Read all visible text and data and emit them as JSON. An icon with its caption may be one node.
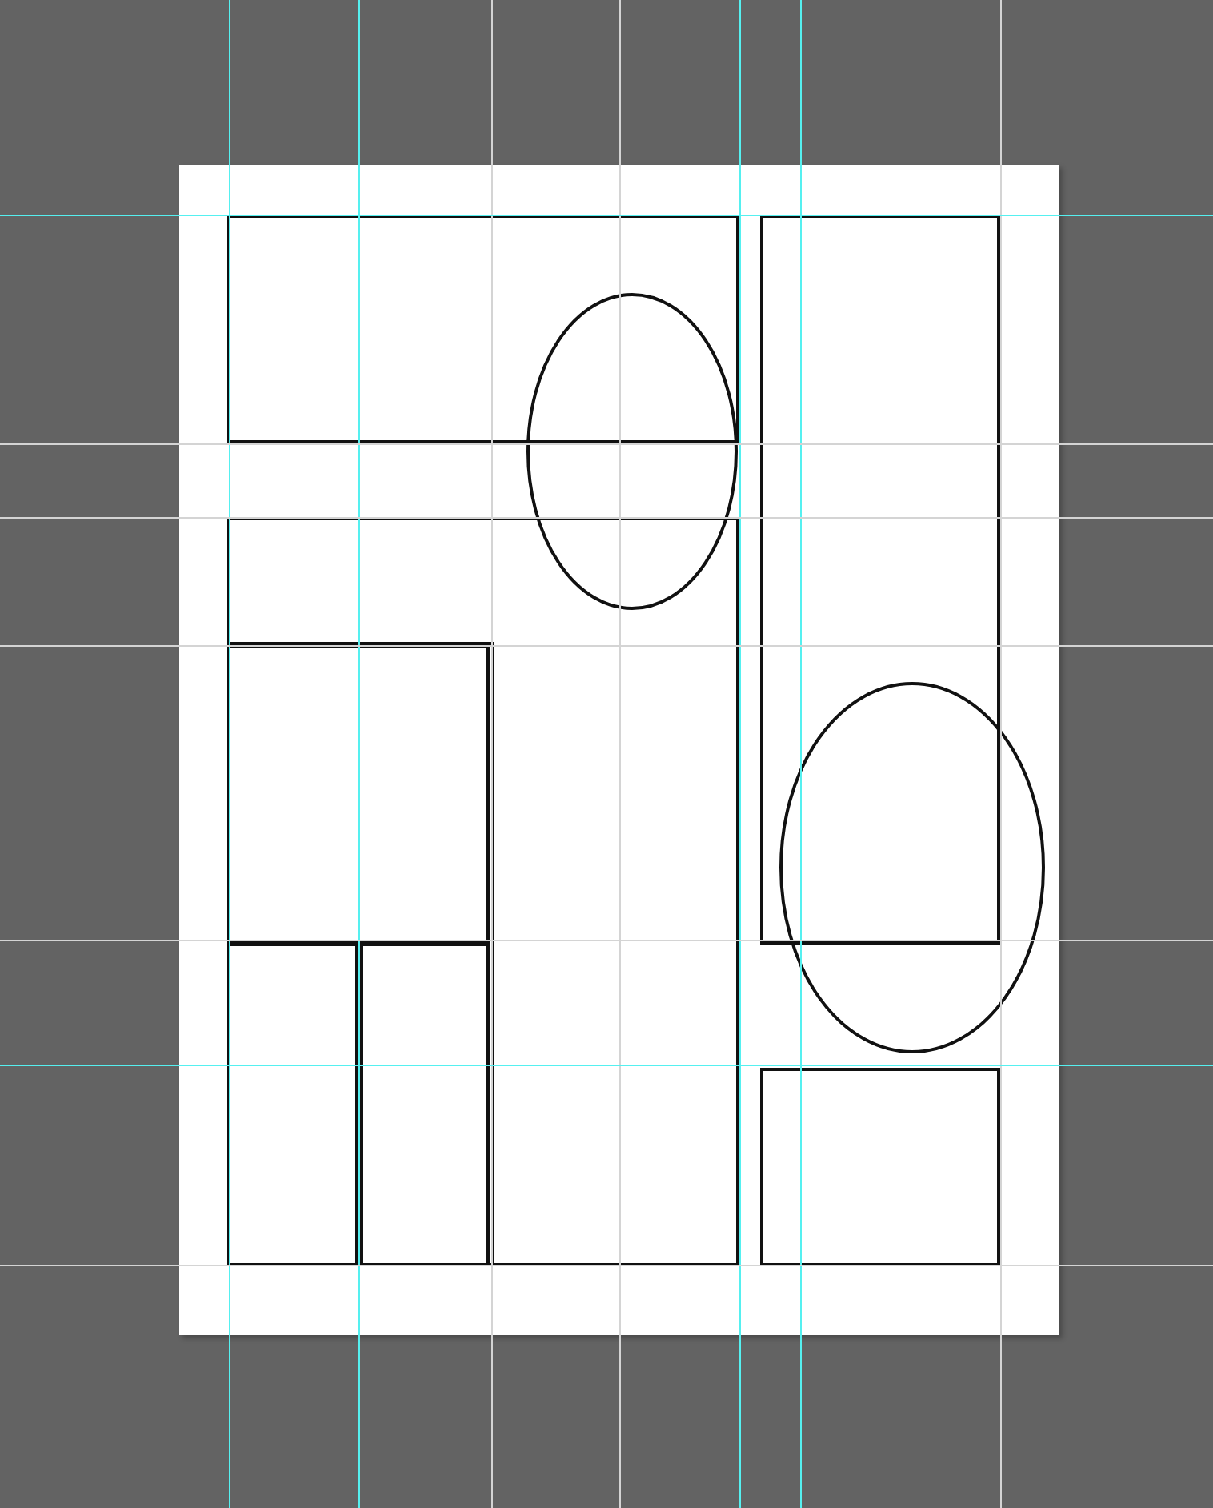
{
  "diagram": {
    "nodes": [
      {
        "text": [],
        "shape": "box"
      },
      {
        "text": [],
        "shape": "box"
      },
      {
        "text": [],
        "shape": "ellipse"
      },
      {
        "text": [],
        "shape": "box"
      },
      {
        "text": [],
        "shape": "box",
        "in": 3
      },
      {
        "text": [],
        "shape": "box",
        "in": 4
      },
      {
        "text": [],
        "shape": "box",
        "in": 4
      },
      {
        "text": [],
        "shape": "box",
        "in": 4
      },
      {
        "text": [],
        "shape": "ellipse"
      },
      {
        "text": [],
        "shape": "box"
      }
    ]
  }
}
